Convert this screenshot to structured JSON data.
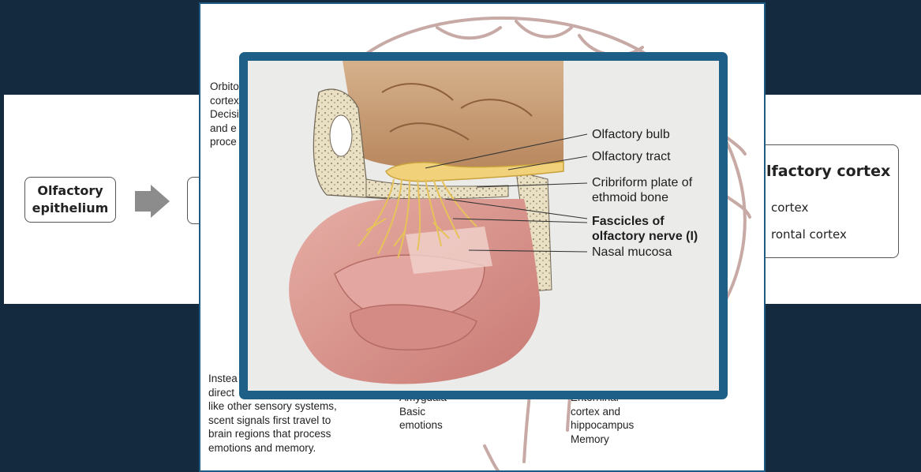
{
  "flowchart": {
    "epithelium_label": "Olfactory epithelium",
    "epithelium_line1": "Olfactory",
    "epithelium_line2": "epithelium",
    "cortex_title": "lfactory cortex",
    "cortex_item1": "cortex",
    "cortex_item2": "rontal cortex"
  },
  "slide": {
    "orbitofrontal_lines": [
      "Orbito",
      "cortex",
      "Decisi",
      "and e",
      "proce"
    ],
    "instead_lines": [
      "Instea",
      "direct",
      "like other sensory systems,",
      "scent signals first travel to",
      "brain regions that process",
      "emotions and memory."
    ],
    "amygdala_lines": [
      "Amygdala",
      "Basic",
      "emotions"
    ],
    "entorhinal_lines": [
      "Entorhinal",
      "cortex and",
      "hippocampus",
      "Memory"
    ]
  },
  "figure": {
    "labels": {
      "olfactory_bulb": "Olfactory bulb",
      "olfactory_tract": "Olfactory tract",
      "cribriform_1": "Cribriform plate of",
      "cribriform_2": "ethmoid bone",
      "fascicles_1": "Fascicles of",
      "fascicles_2": "olfactory nerve (I)",
      "nasal_mucosa": "Nasal mucosa"
    }
  },
  "colors": {
    "background": "#142a3e",
    "popup_border": "#1d5f86",
    "nerve": "#e6c25a",
    "mucosa": "#d99a95",
    "brain_tissue": "#c79b72"
  }
}
